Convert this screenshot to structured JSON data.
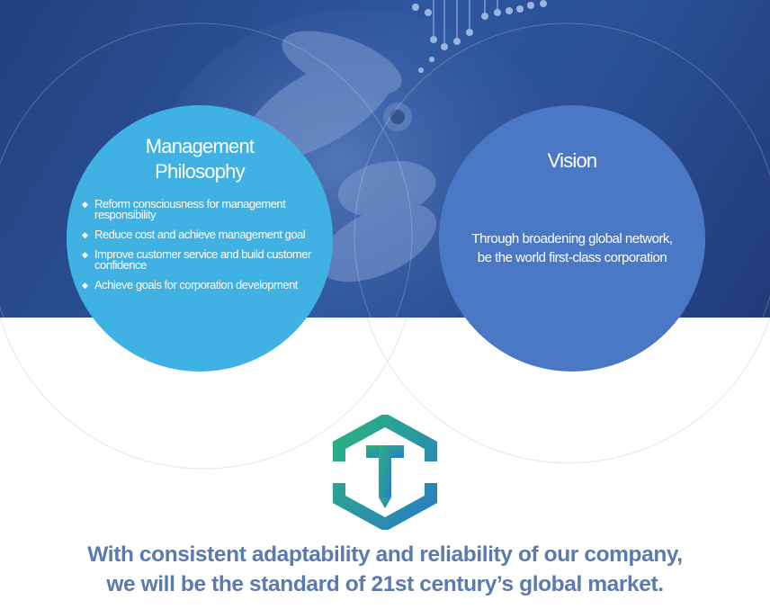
{
  "management": {
    "title_line1": "Management",
    "title_line2": "Philosophy",
    "bullet_glyph": "◆",
    "items": [
      {
        "line1": "Reform consciousness for management",
        "line2": "responsibility"
      },
      {
        "line1": "Reduce cost and achieve management goal",
        "line2": ""
      },
      {
        "line1": "Improve customer service and build customer",
        "line2": "confidence"
      },
      {
        "line1": "Achieve goals for corporation development",
        "line2": ""
      }
    ]
  },
  "vision": {
    "title": "Vision",
    "line1": "Through broadening global network,",
    "line2": "be the world first-class corporation"
  },
  "slogan": {
    "line1": "With consistent adaptability and reliability of our company,",
    "line2": "we will be the standard of 21st century’s global market."
  },
  "colors": {
    "hero_bg": "#2a4f95",
    "management_circle": "#3fb1e3",
    "vision_circle": "#4a78c5",
    "slogan_text": "#5a7ab0",
    "logo_green": "#2ab37f",
    "logo_blue": "#2a7dc4"
  },
  "logo": {
    "icon": "hexagon-logo-icon"
  }
}
